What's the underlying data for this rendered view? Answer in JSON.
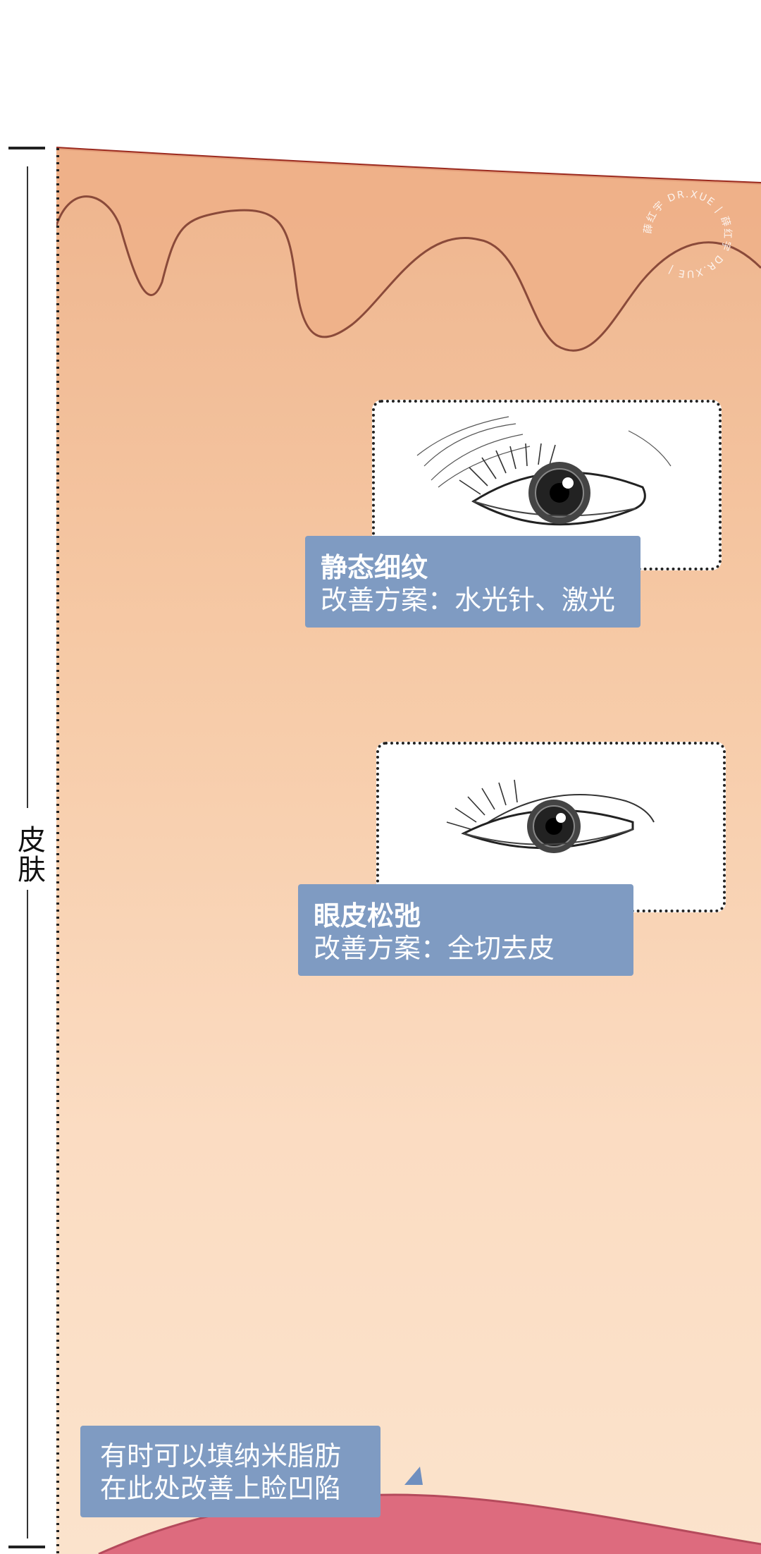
{
  "ruler": {
    "label": "皮肤"
  },
  "cards": [
    {
      "title": "静态细纹",
      "description": "改善方案：水光针、激光"
    },
    {
      "title": "眼皮松弛",
      "description": "改善方案：全切去皮"
    }
  ],
  "note": {
    "line1": "有时可以填纳米脂肪",
    "line2": "在此处改善上睑凹陷"
  },
  "watermark": {
    "text": "薛红宇 DR.XUE | 薛红宇 DR.XUE |"
  },
  "colors": {
    "skin_top": "#eeb48d",
    "skin_bottom": "#fbe3cc",
    "label_bg": "#7f9bc2",
    "fat_pink": "#dd6b7e"
  }
}
